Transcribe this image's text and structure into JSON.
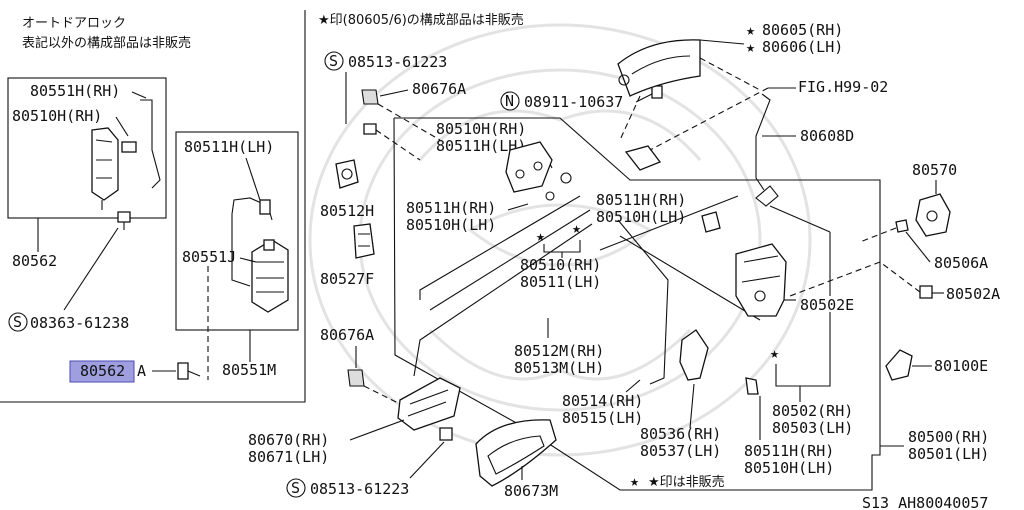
{
  "notes": {
    "title": "オートドアロック",
    "subtitle": "表記以外の構成部品は非販売",
    "top_note": "★印(80605/6)の構成部品は非販売",
    "bottom_note": "★印は非販売",
    "figure_code": "S13  AH80040057"
  },
  "inset_labels": {
    "p80551h_rh": "80551H(RH)",
    "p80510h_rh": "80510H(RH)",
    "p80562": "80562",
    "p08363": "08363-61238",
    "p80511h_lh": "80511H(LH)",
    "p80551j": "80551J",
    "p80551m": "80551M",
    "p80562a_num": "80562",
    "p80562a_suffix": "A"
  },
  "main_labels": {
    "p08513_top": "08513-61223",
    "p80676a_top": "80676A",
    "p80510h_rh_a": "80510H(RH)",
    "p80511h_lh_a": "80511H(LH)",
    "p80512h": "80512H",
    "p80511h_rh_b": "80511H(RH)",
    "p80510h_lh_b": "80510H(LH)",
    "p80527f": "80527F",
    "p08911": "08911-10637",
    "p80605": "80605(RH)",
    "p80606": "80606(LH)",
    "fig_ref": "FIG.H99-02",
    "p80608d": "80608D",
    "p80511h_rh_c": "80511H(RH)",
    "p80510h_lh_c": "80510H(LH)",
    "p80510_rh": "80510(RH)",
    "p80511_lh": "80511(LH)",
    "p80570": "80570",
    "p80506a": "80506A",
    "p80502a": "80502A",
    "p80502e": "80502E",
    "p80676a_bottom": "80676A",
    "p80512m": "80512M(RH)",
    "p80513m": "80513M(LH)",
    "p80100e": "80100E",
    "p80514": "80514(RH)",
    "p80515": "80515(LH)",
    "p80502": "80502(RH)",
    "p80503": "80503(LH)",
    "p80670": "80670(RH)",
    "p80671": "80671(LH)",
    "p80536": "80536(RH)",
    "p80537": "80537(LH)",
    "p80511h_rh_d": "80511H(RH)",
    "p80510h_lh_d": "80510H(LH)",
    "p80500": "80500(RH)",
    "p80501": "80501(LH)",
    "p08513_bottom": "08513-61223",
    "p80673m": "80673M"
  },
  "symbols": {
    "star": "★",
    "s_mark": "S",
    "n_mark": "N"
  },
  "colors": {
    "ink": "#111111",
    "highlight": "#9f9fe0",
    "watermark": "#e3e3e3"
  }
}
